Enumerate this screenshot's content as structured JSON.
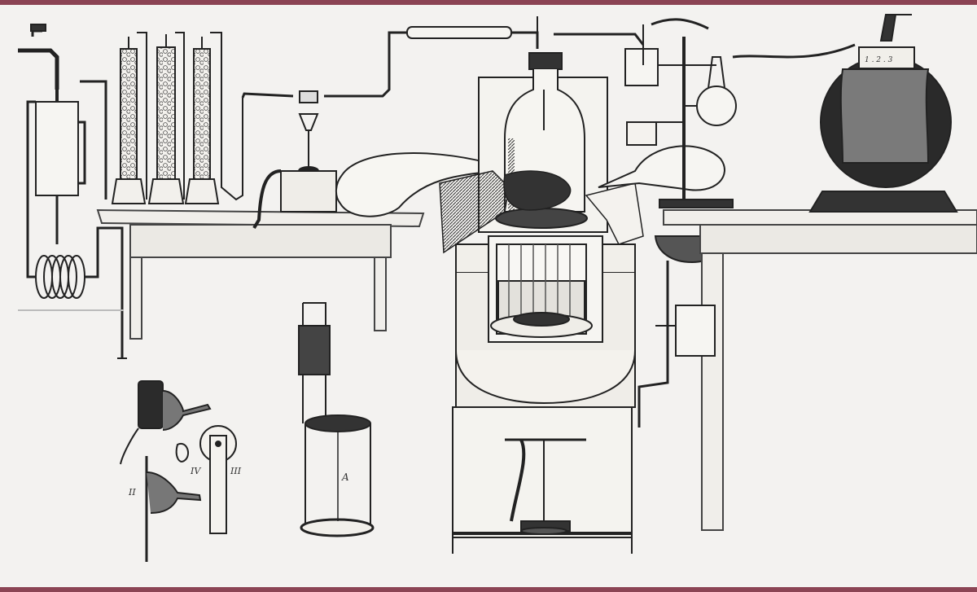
{
  "plate": {
    "background": "#f3f2f0",
    "border_color": "#8b4454",
    "ink_color": "#222222"
  },
  "labels": {
    "fig_a": "A",
    "fig_label_ii": "II",
    "fig_label_iii": "III",
    "fig_label_iv": "IV",
    "gauge_digits": "1 . 2 . 3"
  }
}
